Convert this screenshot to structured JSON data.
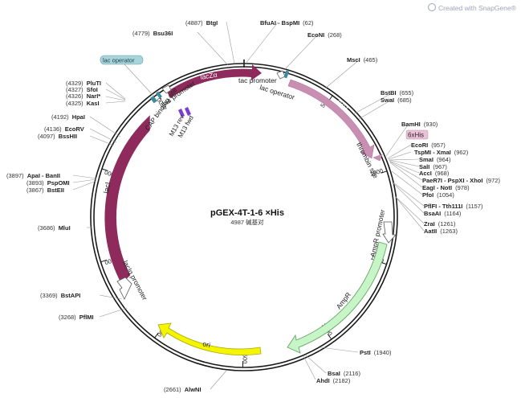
{
  "watermark": "Created with SnapGene®",
  "plasmid": {
    "name": "pGEX-4T-1-6 ×His",
    "size_label": "4987 碱基对"
  },
  "ticks": [
    "500",
    "1000",
    "1500",
    "2000",
    "2500",
    "3000",
    "3500",
    "4000",
    "4500"
  ],
  "features": {
    "lacZa": "lacZα",
    "lac_operator_box": "lac operator",
    "tac_promoter": "tac promoter",
    "lac_operator": "lac operator",
    "gst": "GST",
    "thrombin_site": "thrombin site",
    "his_tag": "6xHis",
    "ampr_promoter": "AmpR promoter",
    "ampr": "AmpR",
    "ori": "ori",
    "laciq_promoter": "lacIq promoter",
    "laci": "lacI",
    "cap_site": "CAP binding site",
    "lac_promoter": "lac promoter",
    "m13_rev": "M13 rev",
    "m13_fwd": "M13 fwd"
  },
  "sites": [
    {
      "name": "BtgI",
      "pos": "(4887)"
    },
    {
      "name": "Bsu36I",
      "pos": "(4779)"
    },
    {
      "name": "BfuAI - BspMI",
      "pos": "(62)"
    },
    {
      "name": "EcoNI",
      "pos": "(268)"
    },
    {
      "name": "MscI",
      "pos": "(465)"
    },
    {
      "name": "BstBI",
      "pos": "(655)"
    },
    {
      "name": "SwaI",
      "pos": "(685)"
    },
    {
      "name": "BamHI",
      "pos": "(930)"
    },
    {
      "name": "EcoRI",
      "pos": "(957)"
    },
    {
      "name": "TspMI - XmaI",
      "pos": "(962)"
    },
    {
      "name": "SmaI",
      "pos": "(964)"
    },
    {
      "name": "SalI",
      "pos": "(967)"
    },
    {
      "name": "AccI",
      "pos": "(968)"
    },
    {
      "name": "PaeR7I - PspXI - XhoI",
      "pos": "(972)"
    },
    {
      "name": "EagI - NotI",
      "pos": "(978)"
    },
    {
      "name": "PfoI",
      "pos": "(1054)"
    },
    {
      "name": "PflFI - Tth111I",
      "pos": "(1157)"
    },
    {
      "name": "BsaAI",
      "pos": "(1164)"
    },
    {
      "name": "ZraI",
      "pos": "(1261)"
    },
    {
      "name": "AatII",
      "pos": "(1263)"
    },
    {
      "name": "PstI",
      "pos": "(1940)"
    },
    {
      "name": "BsaI",
      "pos": "(2116)"
    },
    {
      "name": "AhdI",
      "pos": "(2182)"
    },
    {
      "name": "AlwNI",
      "pos": "(2661)"
    },
    {
      "name": "PflMI",
      "pos": "(3268)"
    },
    {
      "name": "BstAPI",
      "pos": "(3369)"
    },
    {
      "name": "MluI",
      "pos": "(3686)"
    },
    {
      "name": "ApaI - BanII",
      "pos": "(3897)"
    },
    {
      "name": "PspOMI",
      "pos": "(3893)"
    },
    {
      "name": "BstEII",
      "pos": "(3867)"
    },
    {
      "name": "BssHII",
      "pos": "(4097)"
    },
    {
      "name": "EcoRV",
      "pos": "(4136)"
    },
    {
      "name": "HpaI",
      "pos": "(4192)"
    },
    {
      "name": "KasI",
      "pos": "(4325)"
    },
    {
      "name": "NarI*",
      "pos": "(4326)"
    },
    {
      "name": "SfoI",
      "pos": "(4327)"
    },
    {
      "name": "PluTI",
      "pos": "(4329)"
    }
  ],
  "colors": {
    "backbone": "#1a1a1a",
    "lacI": "#8e2b5c",
    "lacZa": "#8e2b5c",
    "gst": "#c98fb3",
    "thrombin": "#c98fb3",
    "his_tag_bg": "#e8c2d6",
    "ampr": "#c8f5c8",
    "ampr_stroke": "#5aa05a",
    "ori": "#f5f500",
    "ori_stroke": "#a8a800",
    "lac_operator_box": "#a8d4dc",
    "operator_mark": "#3c8a9e",
    "m13": "#7b3fd0",
    "cap": "#3c8a9e"
  }
}
